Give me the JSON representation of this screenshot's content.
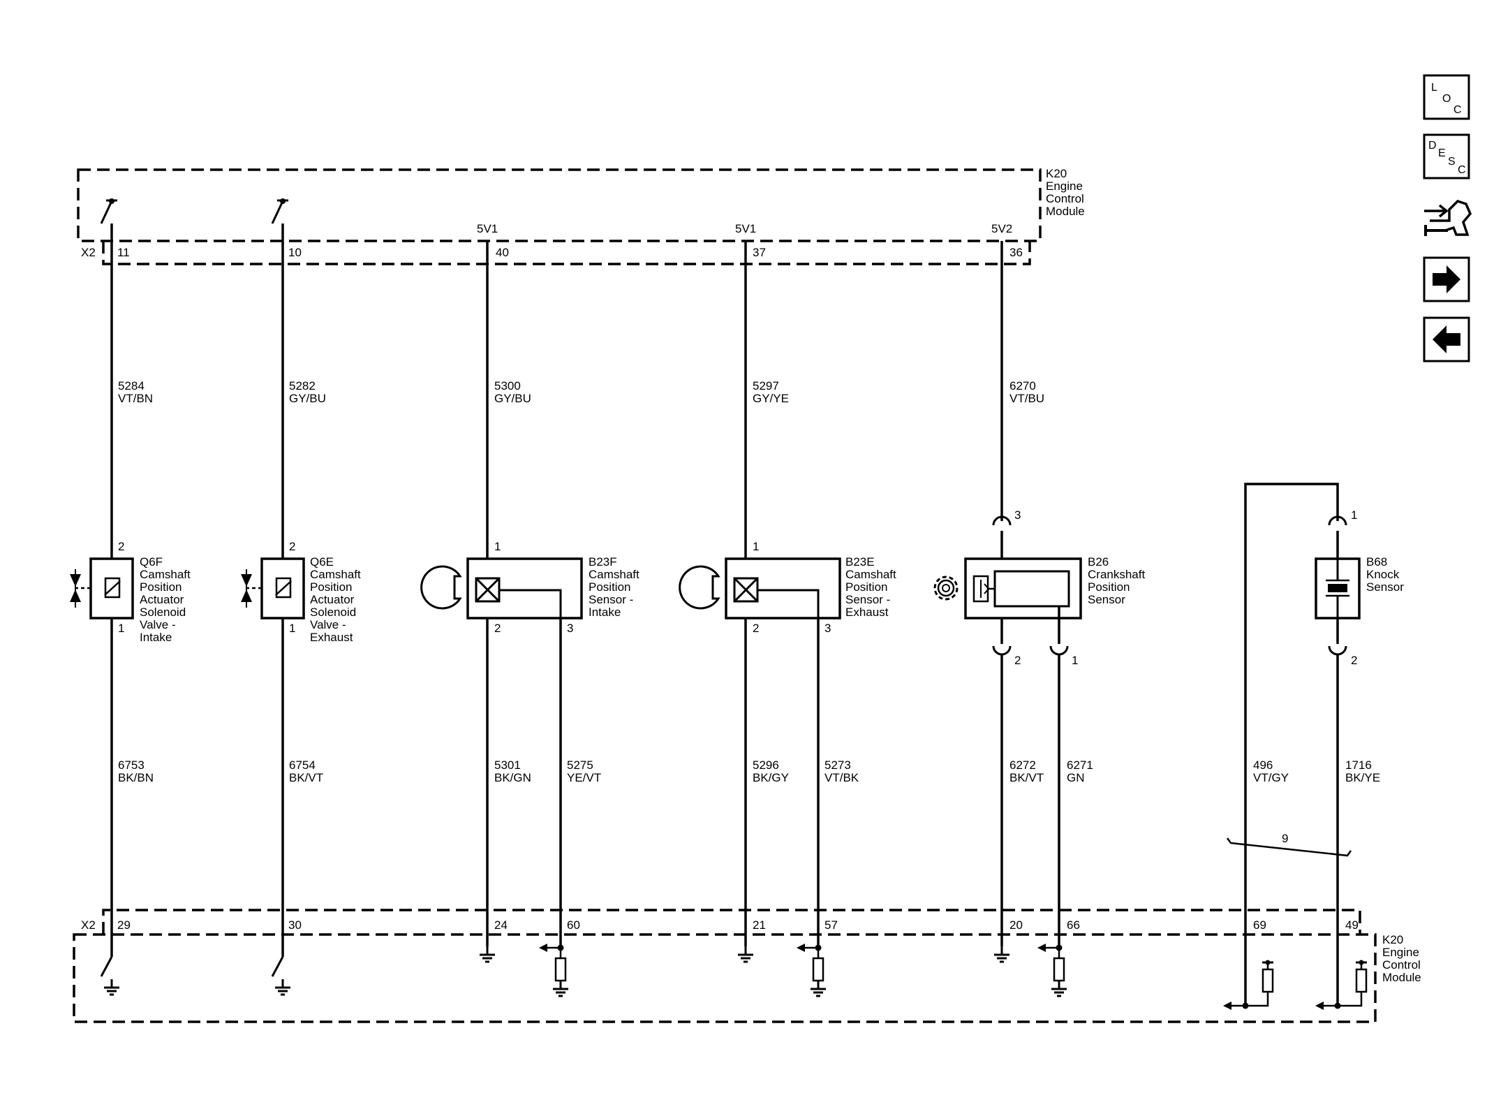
{
  "ecm": {
    "name_lines": [
      "K20",
      "Engine",
      "Control",
      "Module"
    ],
    "top_connector": "X2",
    "bottom_connector": "X2"
  },
  "circuits": [
    {
      "id": "q6f",
      "ecm_top_pin": "11",
      "ecm_bottom_pin": "29",
      "top_wire": [
        "5284",
        "VT/BN"
      ],
      "bottom_wire": [
        "6753",
        "BK/BN"
      ],
      "comp_top_pin": "2",
      "comp_bottom_pin": "1",
      "name_lines": [
        "Q6F",
        "Camshaft",
        "Position",
        "Actuator",
        "Solenoid",
        "Valve -",
        "Intake"
      ]
    },
    {
      "id": "q6e",
      "ecm_top_pin": "10",
      "ecm_bottom_pin": "30",
      "top_wire": [
        "5282",
        "GY/BU"
      ],
      "bottom_wire": [
        "6754",
        "BK/VT"
      ],
      "comp_top_pin": "2",
      "comp_bottom_pin": "1",
      "name_lines": [
        "Q6E",
        "Camshaft",
        "Position",
        "Actuator",
        "Solenoid",
        "Valve -",
        "Exhaust"
      ]
    },
    {
      "id": "b23f",
      "supply": "5V1",
      "ecm_top_pin": "40",
      "ecm_bottom_pins": [
        "24",
        "60"
      ],
      "top_wire": [
        "5300",
        "GY/BU"
      ],
      "bottom_wires": [
        [
          "5301",
          "BK/GN"
        ],
        [
          "5275",
          "YE/VT"
        ]
      ],
      "comp_pins": [
        "1",
        "2",
        "3"
      ],
      "name_lines": [
        "B23F",
        "Camshaft",
        "Position",
        "Sensor -",
        "Intake"
      ]
    },
    {
      "id": "b23e",
      "supply": "5V1",
      "ecm_top_pin": "37",
      "ecm_bottom_pins": [
        "21",
        "57"
      ],
      "top_wire": [
        "5297",
        "GY/YE"
      ],
      "bottom_wires": [
        [
          "5296",
          "BK/GY"
        ],
        [
          "5273",
          "VT/BK"
        ]
      ],
      "comp_pins": [
        "1",
        "2",
        "3"
      ],
      "name_lines": [
        "B23E",
        "Camshaft",
        "Position",
        "Sensor -",
        "Exhaust"
      ]
    },
    {
      "id": "b26",
      "supply": "5V2",
      "ecm_top_pin": "36",
      "ecm_bottom_pins": [
        "20",
        "66"
      ],
      "top_wire": [
        "6270",
        "VT/BU"
      ],
      "bottom_wires": [
        [
          "6272",
          "BK/VT"
        ],
        [
          "6271",
          "GN"
        ]
      ],
      "comp_pins": [
        "3",
        "2",
        "1"
      ],
      "name_lines": [
        "B26",
        "Crankshaft",
        "Position",
        "Sensor"
      ]
    },
    {
      "id": "b68",
      "ecm_bottom_pins": [
        "69",
        "49"
      ],
      "bottom_wires": [
        [
          "496",
          "VT/GY"
        ],
        [
          "1716",
          "BK/YE"
        ]
      ],
      "comp_pins": [
        "1",
        "2"
      ],
      "twist_label": "9",
      "name_lines": [
        "B68",
        "Knock",
        "Sensor"
      ]
    }
  ],
  "nav": {
    "loc": [
      "L",
      "O",
      "C"
    ],
    "desc": [
      "D",
      "E",
      "S",
      "C"
    ],
    "buttons": [
      "loc-button",
      "desc-button",
      "repair-info-icon",
      "next-arrow-icon",
      "previous-arrow-icon"
    ]
  },
  "colors": {
    "line": "#000000",
    "background": "#ffffff"
  }
}
